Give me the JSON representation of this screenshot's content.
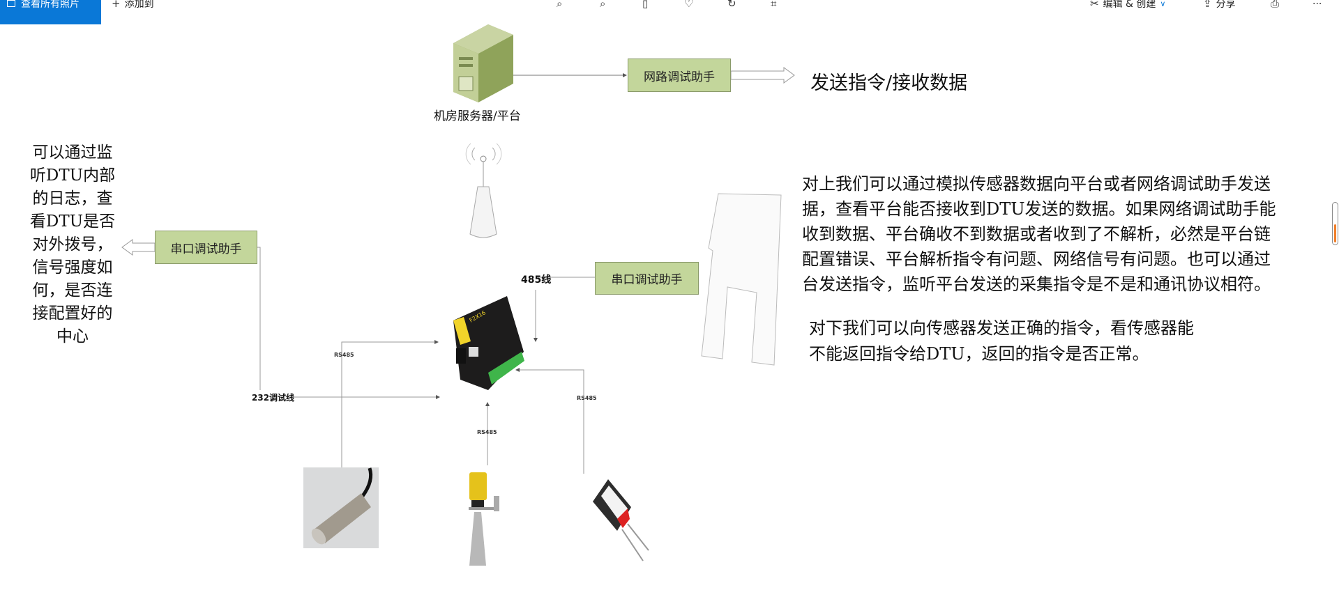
{
  "toolbar": {
    "view_all_photos": "查看所有照片",
    "add_to": "添加到",
    "edit_create": "编辑 & 创建",
    "share": "分享",
    "more": "···",
    "icons": [
      "zoom-in-icon",
      "zoom-out-icon",
      "delete-icon",
      "heart-icon",
      "rotate-icon",
      "crop-icon"
    ]
  },
  "diagram": {
    "server_label": "机房服务器/平台",
    "network_assistant": "网路调试助手",
    "send_receive": "发送指令/接收数据",
    "serial_assistant_left": "串口调试助手",
    "serial_assistant_right": "串口调试助手",
    "line_485": "485线",
    "line_232": "232调试线",
    "rs485_left": "RS485",
    "rs485_bottom": "RS485",
    "rs485_right": "RS485",
    "device_model": "F2X16",
    "left_note": [
      "可以通过监",
      "听DTU内部",
      "的日志，查",
      "看DTU是否",
      "对外拨号，",
      "信号强度如",
      "何，是否连",
      "接配置好的",
      "中心"
    ],
    "upstream_text": [
      "对上我们可以通过模拟传感器数据向平台或者网络调试助手发送",
      "据，查看平台能否接收到DTU发送的数据。如果网络调试助手能",
      "收到数据、平台确收不到数据或者收到了不解析，必然是平台链",
      "配置错误、平台解析指令有问题、网络信号有问题。也可以通过",
      "台发送指令，监听平台发送的采集指令是不是和通讯协议相符。"
    ],
    "downstream_text": [
      "对下我们可以向传感器发送正确的指令，看传感器能",
      "不能返回指令给DTU，返回的指令是否正常。"
    ]
  },
  "colors": {
    "accent": "#0a78d7",
    "box": "#c3d69b",
    "scroll_thumb": "#f07f2a"
  }
}
